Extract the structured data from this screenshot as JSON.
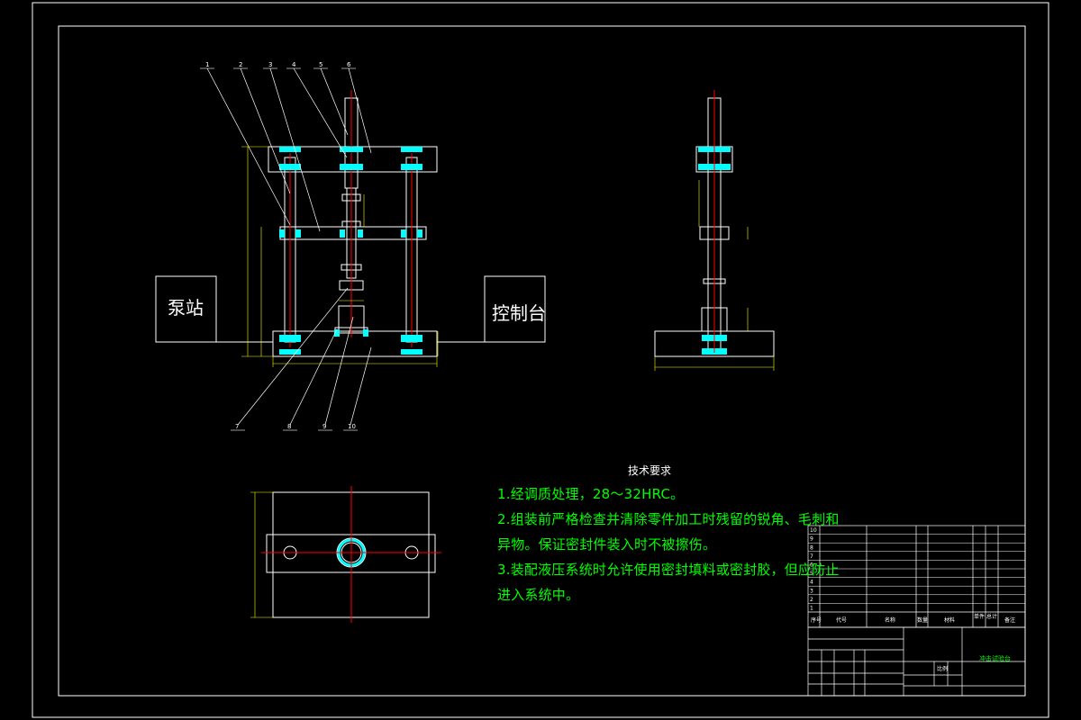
{
  "labels": {
    "pump_station": "泵站",
    "control_console": "控制台"
  },
  "tech_requirements": {
    "title": "技术要求",
    "lines": [
      "1.经调质处理，28～32HRC。",
      "2.组装前严格检查并清除零件加工时残留的锐角、毛刺和",
      "异物。保证密封件装入时不被擦伤。",
      "3.装配液压系统时允许使用密封填料或密封胶，但应防止",
      "进入系统中。"
    ]
  },
  "part_numbers": {
    "top": [
      "1",
      "2",
      "3",
      "4",
      "5",
      "6"
    ],
    "bottom": [
      "7",
      "8",
      "9",
      "10"
    ]
  },
  "bom": {
    "header": [
      "序号",
      "代号",
      "名称",
      "数量",
      "材料",
      "单件",
      "总计",
      "备注"
    ],
    "rows": [
      "10",
      "9",
      "8",
      "7",
      "6",
      "5",
      "4",
      "3",
      "2",
      "1"
    ]
  },
  "title_block": {
    "drawing_name": "冲击试验台",
    "scale_label": "比例"
  },
  "colors": {
    "background": "#000000",
    "outline": "#ffffff",
    "center_line": "#ff0000",
    "seal": "#00ffff",
    "dimension": "#ffff00",
    "text": "#00ff00"
  }
}
